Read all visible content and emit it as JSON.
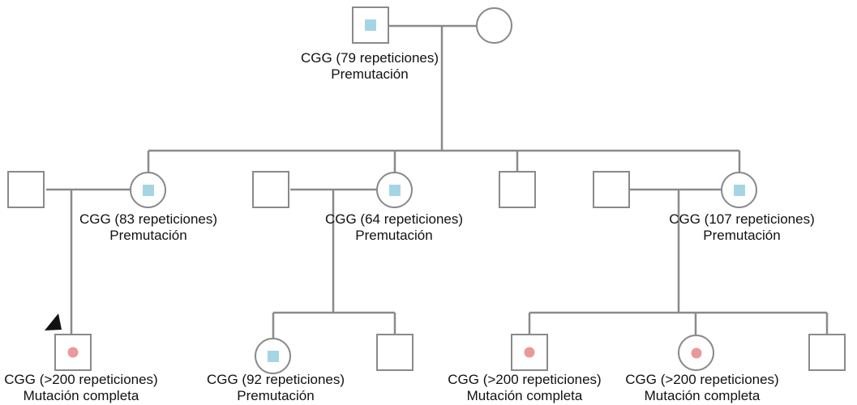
{
  "figure": {
    "type": "pedigree-chart",
    "language": "es",
    "generations": 3
  },
  "colors": {
    "line": "#8a8a8a",
    "text": "#111111",
    "premutation_marker": "#a5d5e5",
    "full_mutation_marker": "#e89a9a",
    "proband_arrow": "#111111"
  },
  "legend_semantics": {
    "blue_square_marker": "Premutación (CGG premutation carrier)",
    "pink_dot_marker": "Mutación completa (full mutation)",
    "arrow": "proband indicator"
  },
  "individuals": {
    "I-1": {
      "sex": "male",
      "status": "premutation",
      "label_line1": "CGG (79 repeticiones)",
      "label_line2": "Premutación"
    },
    "I-2": {
      "sex": "female",
      "status": "unmarked"
    },
    "II-1": {
      "sex": "male",
      "status": "unmarked"
    },
    "II-2": {
      "sex": "female",
      "status": "premutation",
      "label_line1": "CGG (83 repeticiones)",
      "label_line2": "Premutación"
    },
    "II-3": {
      "sex": "male",
      "status": "unmarked"
    },
    "II-4": {
      "sex": "female",
      "status": "premutation",
      "label_line1": "CGG (64 repeticiones)",
      "label_line2": "Premutación"
    },
    "II-5": {
      "sex": "male",
      "status": "unmarked"
    },
    "II-6": {
      "sex": "male",
      "status": "unmarked"
    },
    "II-7": {
      "sex": "female",
      "status": "premutation",
      "label_line1": "CGG (107 repeticiones)",
      "label_line2": "Premutación"
    },
    "III-1": {
      "sex": "male",
      "status": "full_mutation",
      "proband": true,
      "label_line1": "CGG (>200 repeticiones)",
      "label_line2": "Mutación completa"
    },
    "III-2": {
      "sex": "female",
      "status": "premutation",
      "label_line1": "CGG (92 repeticiones)",
      "label_line2": "Premutación"
    },
    "III-3": {
      "sex": "male",
      "status": "unmarked"
    },
    "III-4": {
      "sex": "male",
      "status": "full_mutation",
      "label_line1": "CGG (>200 repeticiones)",
      "label_line2": "Mutación completa"
    },
    "III-5": {
      "sex": "female",
      "status": "full_mutation",
      "label_line1": "CGG (>200 repeticiones)",
      "label_line2": "Mutación completa"
    },
    "III-6": {
      "sex": "male",
      "status": "unmarked"
    }
  }
}
